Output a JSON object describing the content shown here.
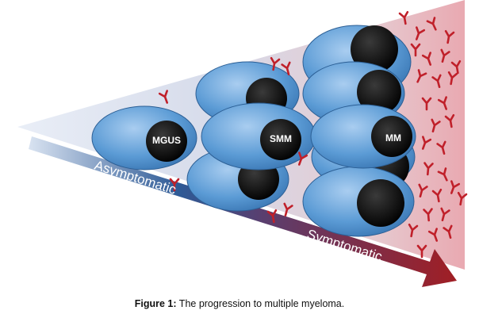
{
  "diagram": {
    "stages": [
      "MGUS",
      "SMM",
      "MM"
    ],
    "arrow_labels": [
      "Asymptomatic",
      "Symptomatic"
    ]
  },
  "caption": {
    "label": "Figure 1:",
    "text": " The progression to multiple myeloma."
  },
  "colors": {
    "cell_blue": "#5b9bd5",
    "nucleus": "#000000",
    "antibody": "#c0202a",
    "arrow_light": "#c9d6e8",
    "arrow_dark_blue": "#2a4f86",
    "arrow_red": "#a01e24"
  }
}
